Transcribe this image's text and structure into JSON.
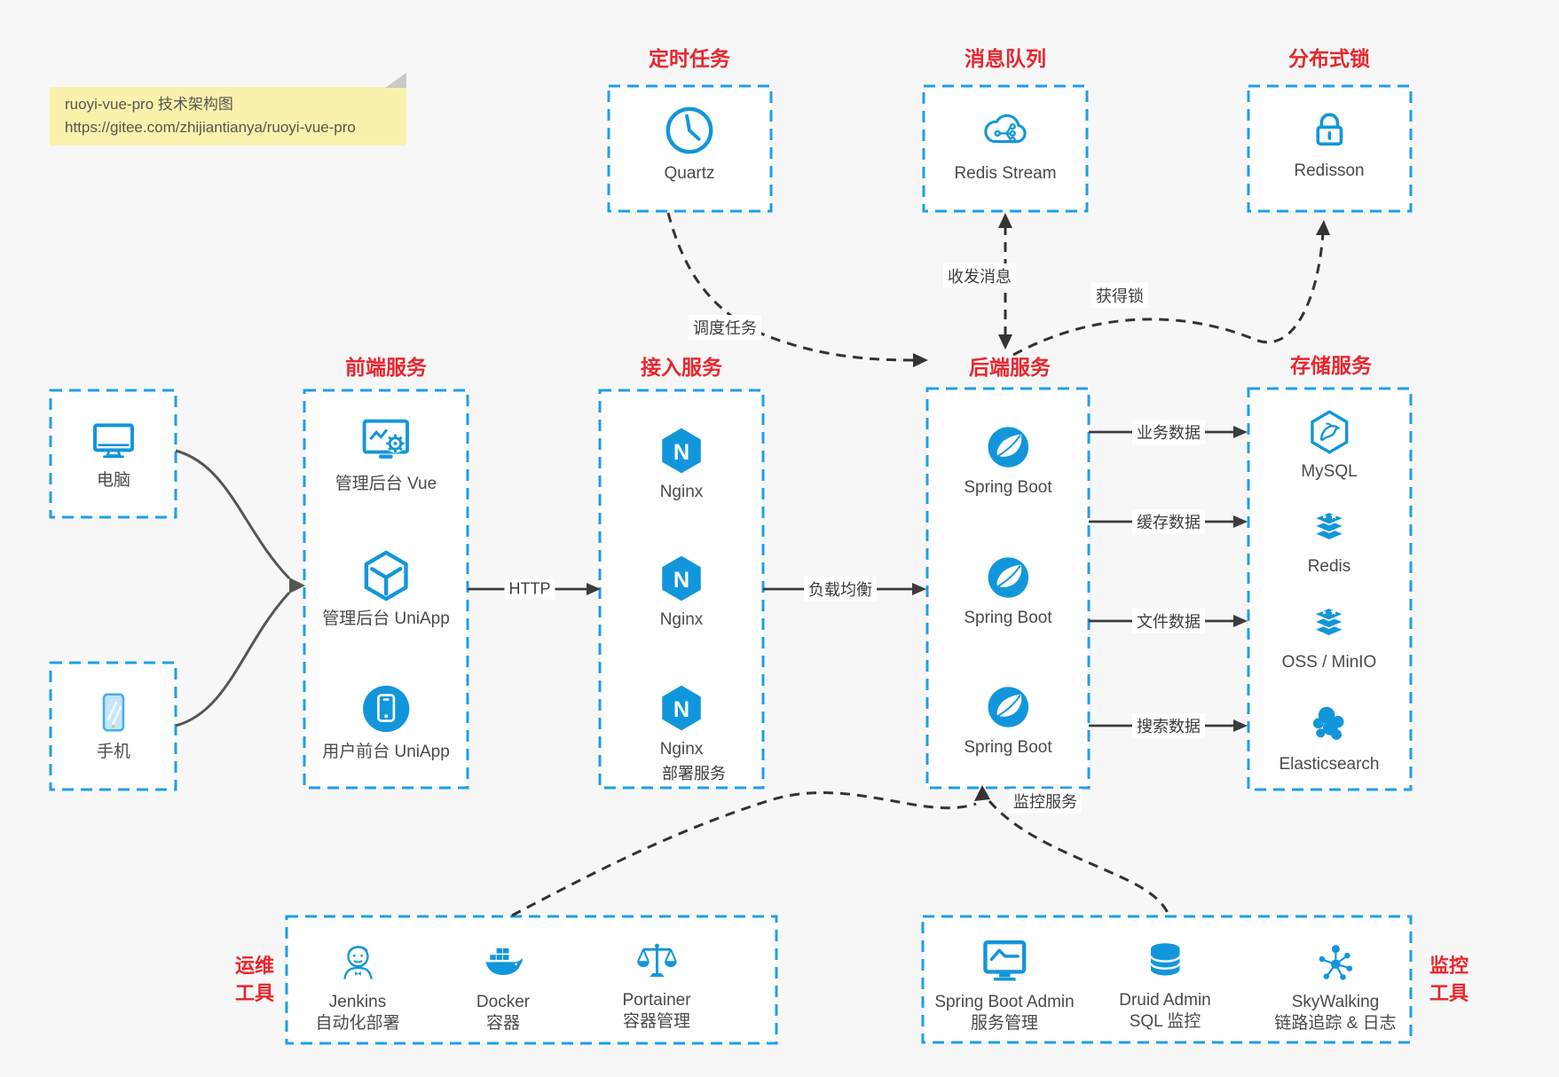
{
  "note": {
    "line1": "ruoyi-vue-pro 技术架构图",
    "line2": "https://gitee.com/zhijiantianya/ruoyi-vue-pro"
  },
  "titles": {
    "scheduler": "定时任务",
    "mq": "消息队列",
    "lock": "分布式锁",
    "frontend": "前端服务",
    "access": "接入服务",
    "backend": "后端服务",
    "storage": "存储服务"
  },
  "nodes": {
    "quartz": "Quartz",
    "redis_stream": "Redis Stream",
    "redisson": "Redisson",
    "computer": "电脑",
    "phone": "手机",
    "frontend": [
      "管理后台 Vue",
      "管理后台 UniApp",
      "用户前台 UniApp"
    ],
    "access": [
      "Nginx",
      "Nginx",
      "Nginx"
    ],
    "backend": [
      "Spring Boot",
      "Spring Boot",
      "Spring Boot"
    ],
    "storage": [
      "MySQL",
      "Redis",
      "OSS / MinIO",
      "Elasticsearch"
    ]
  },
  "ops": {
    "title": [
      "运维",
      "工具"
    ],
    "items": [
      {
        "name": "Jenkins",
        "desc": "自动化部署"
      },
      {
        "name": "Docker",
        "desc": "容器"
      },
      {
        "name": "Portainer",
        "desc": "容器管理"
      }
    ]
  },
  "monitoring": {
    "title": [
      "监控",
      "工具"
    ],
    "items": [
      {
        "name": "Spring Boot Admin",
        "desc": "服务管理"
      },
      {
        "name": "Druid Admin",
        "desc": "SQL 监控"
      },
      {
        "name": "SkyWalking",
        "desc": "链路追踪 & 日志"
      }
    ]
  },
  "edges": {
    "http": "HTTP",
    "load_balance": "负载均衡",
    "business_data": "业务数据",
    "cache_data": "缓存数据",
    "file_data": "文件数据",
    "search_data": "搜索数据",
    "schedule_task": "调度任务",
    "send_receive_message": "收发消息",
    "acquire_lock": "获得锁",
    "deploy_service": "部署服务",
    "monitor_service": "监控服务"
  },
  "theme": {
    "icon_blue": "#1296DB",
    "border_blue": "#1E9FE8",
    "title_red": "#E8262D",
    "note_yellow": "#FAF2AC",
    "canvas_bg": "#F7F7F7",
    "label_gray": "#4A4A4A",
    "arrow_dark": "#3C3C3C"
  }
}
